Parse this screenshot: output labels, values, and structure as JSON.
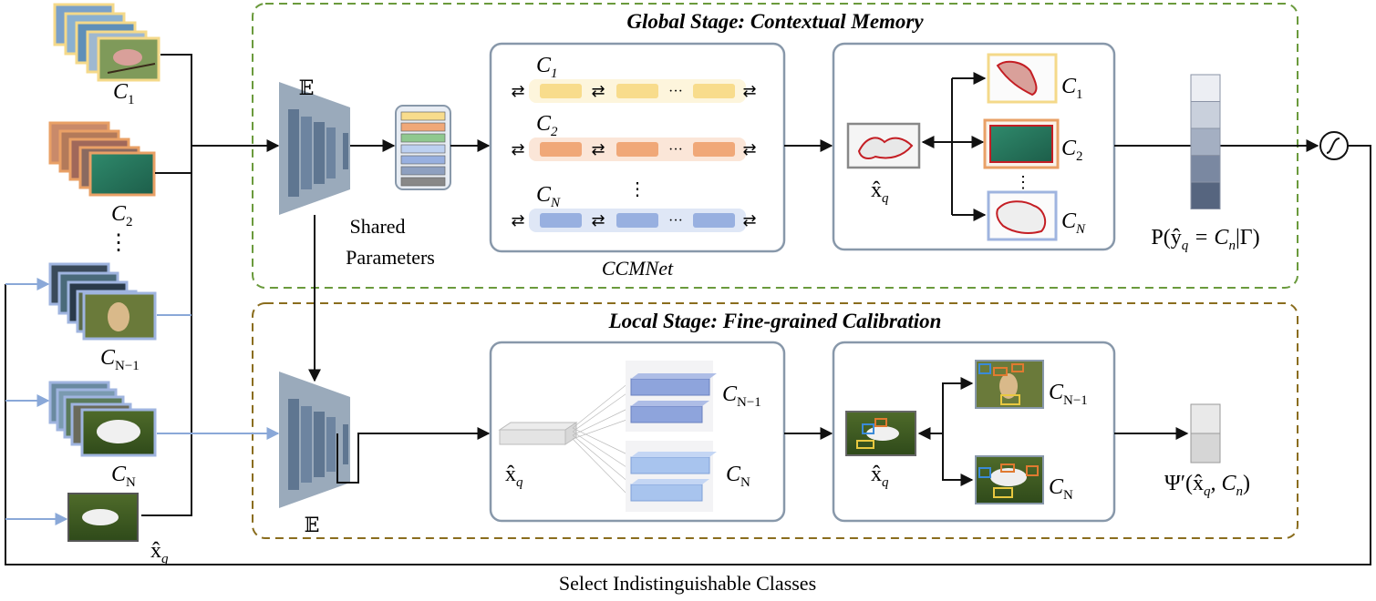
{
  "global_stage": {
    "title": "Global Stage: Contextual Memory",
    "shared_label_line1": "Shared",
    "shared_label_line2": "Parameters",
    "encoder_symbol": "𝔼",
    "ccmnet_label": "CCMNet",
    "memory_rows": [
      {
        "label": "C",
        "sub": "1",
        "color": "#f8dc8c",
        "bg": "#fdf5dc"
      },
      {
        "label": "C",
        "sub": "2",
        "color": "#f0a878",
        "bg": "#fbe6d8"
      },
      {
        "label": "C",
        "sub": "N",
        "color": "#98b0e0",
        "bg": "#dfe7f6"
      }
    ],
    "dots": "···",
    "vdots": "⋮",
    "query_label": "x̂",
    "query_sub": "q",
    "class_labels": [
      {
        "label": "C",
        "sub": "1"
      },
      {
        "label": "C",
        "sub": "2"
      },
      {
        "label": "C",
        "sub": "N"
      }
    ],
    "prob_label": "P(ŷ",
    "prob_sub": "q",
    "prob_rest": " = C",
    "prob_sub2": "n",
    "prob_end": "|Γ)"
  },
  "local_stage": {
    "title": "Local Stage: Fine-grained Calibration",
    "encoder_symbol": "𝔼",
    "query_label": "x̂",
    "query_sub": "q",
    "feature_labels": [
      {
        "label": "C",
        "sub": "N−1"
      },
      {
        "label": "C",
        "sub": "N"
      }
    ],
    "class_labels": [
      {
        "label": "C",
        "sub": "N−1"
      },
      {
        "label": "C",
        "sub": "N"
      }
    ],
    "psi_label": "Ψ′(x̂",
    "psi_sub": "q",
    "psi_rest": ", C",
    "psi_sub2": "n",
    "psi_end": ")"
  },
  "inputs": {
    "classes": [
      {
        "label": "C",
        "sub": "1"
      },
      {
        "label": "C",
        "sub": "2"
      },
      {
        "label": "C",
        "sub": "N−1"
      },
      {
        "label": "C",
        "sub": "N"
      }
    ],
    "vdots": "⋮",
    "query_label": "x̂",
    "query_sub": "q"
  },
  "bottom_label": "Select Indistinguishable Classes",
  "colors": {
    "global_border": "#6a9a3c",
    "local_border": "#8a6d1e",
    "module_border": "#8898aa",
    "encoder": "#5f7691",
    "frame_yellow": "#f4d98a",
    "frame_orange": "#e9a066",
    "frame_blue": "#9fb4df",
    "contour_red": "#c41e24",
    "line": "#111111",
    "feedback": "#8aa8d8"
  },
  "prob_bar_shades": [
    "#eceef3",
    "#c9d0dc",
    "#a4afc2",
    "#7a88a1",
    "#56657f"
  ],
  "psi_bar_shades": [
    "#e9e9e9",
    "#d6d6d6"
  ]
}
